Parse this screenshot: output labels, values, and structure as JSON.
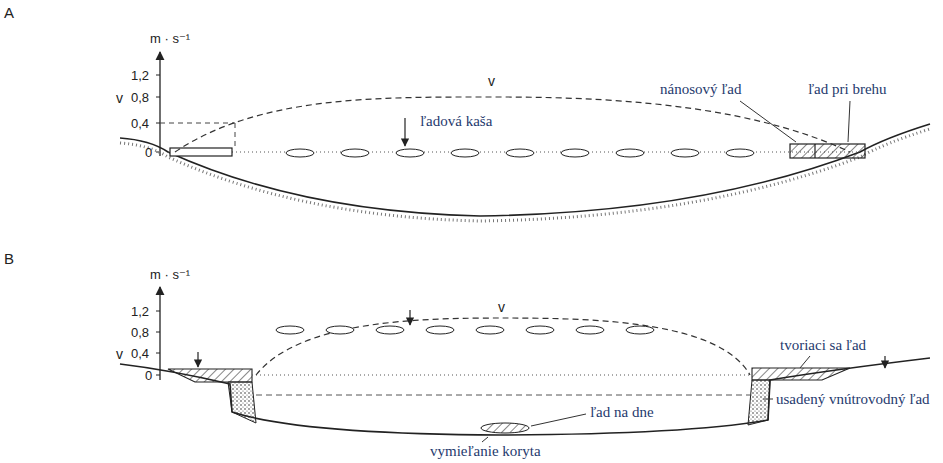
{
  "diagram": {
    "labels": [
      "A",
      "m · s⁻¹",
      "1,2",
      "v",
      "0,8",
      "0,4",
      "0",
      "v",
      "nánosový ľad",
      "ľad pri brehu",
      "ľadová kaša",
      "B",
      "m · s⁻¹",
      "1,2",
      "0,8",
      "v",
      "0,4",
      "0",
      "v",
      "tvoriaci sa ľad",
      "usadený vnútrovodný ľad",
      "ľad na dne",
      "vymieľanie koryta"
    ]
  }
}
